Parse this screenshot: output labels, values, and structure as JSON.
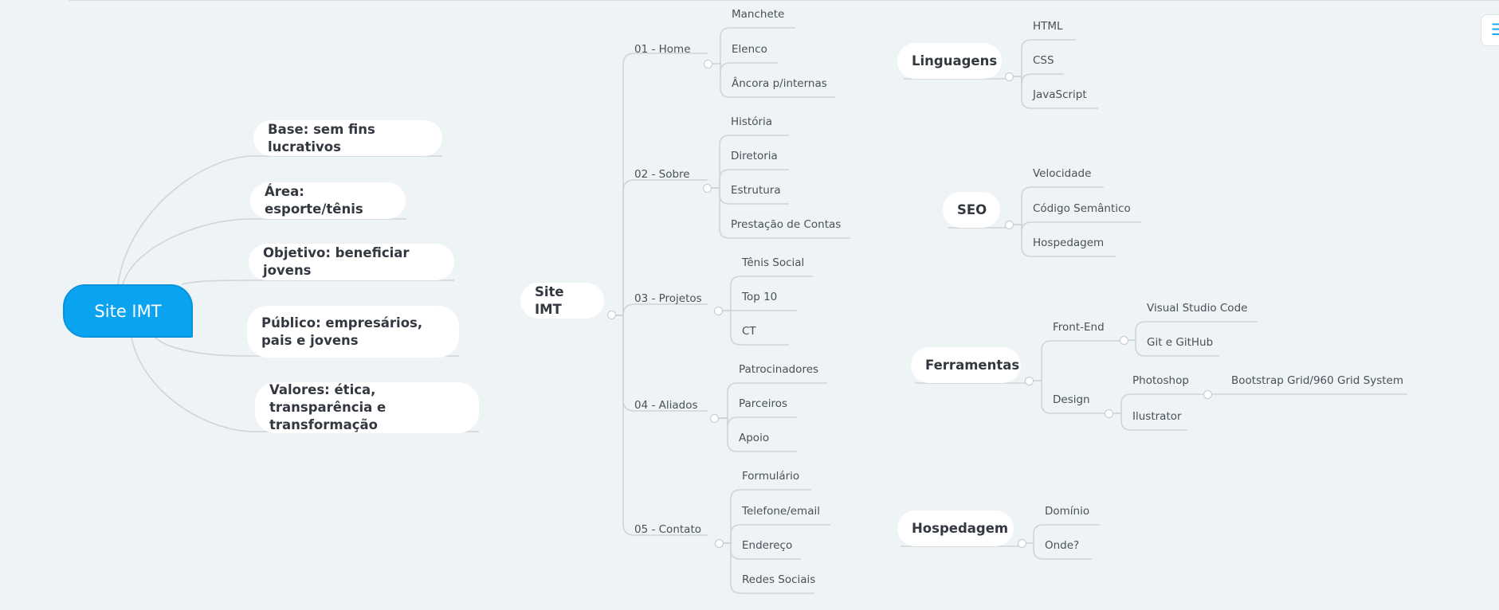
{
  "map": {
    "root": "Site IMT",
    "left_branches": [
      "Base: sem fins lucrativos",
      "Área: esporte/tênis",
      "Objetivo: beneficiar jovens",
      "Público: empresários, pais e jovens",
      "Valores: ética, transparência e transformação"
    ],
    "center": {
      "label": "Site IMT",
      "sections": [
        {
          "label": "01 - Home",
          "items": [
            "Manchete",
            "Elenco",
            "Âncora p/internas"
          ]
        },
        {
          "label": "02 - Sobre",
          "items": [
            "História",
            "Diretoria",
            "Estrutura",
            "Prestação de Contas"
          ]
        },
        {
          "label": "03 - Projetos",
          "items": [
            "Tênis Social",
            "Top 10",
            "CT"
          ]
        },
        {
          "label": "04 - Aliados",
          "items": [
            "Patrocinadores",
            "Parceiros",
            "Apoio"
          ]
        },
        {
          "label": "05 - Contato",
          "items": [
            "Formulário",
            "Telefone/email",
            "Endereço",
            "Redes Sociais"
          ]
        }
      ]
    },
    "topics": {
      "linguagens": {
        "label": "Linguagens",
        "items": [
          "HTML",
          "CSS",
          "JavaScript"
        ]
      },
      "seo": {
        "label": "SEO",
        "items": [
          "Velocidade",
          "Código Semântico",
          "Hospedagem"
        ]
      },
      "ferramentas": {
        "label": "Ferramentas",
        "frontend": {
          "label": "Front-End",
          "items": [
            "Visual Studio Code",
            "Git e GitHub"
          ]
        },
        "design": {
          "label": "Design",
          "photoshop": "Photoshop",
          "photoshop_child": "Bootstrap Grid/960 Grid System",
          "illustrator": "Ilustrator"
        }
      },
      "hospedagem": {
        "label": "Hospedagem",
        "items": [
          "Domínio",
          "Onde?"
        ]
      }
    }
  },
  "colors": {
    "root_fill": "#0aa3f0",
    "background": "#eef3f6",
    "connector": "#cfd4d8"
  },
  "icons": {
    "outline_toggle": "list-icon"
  }
}
